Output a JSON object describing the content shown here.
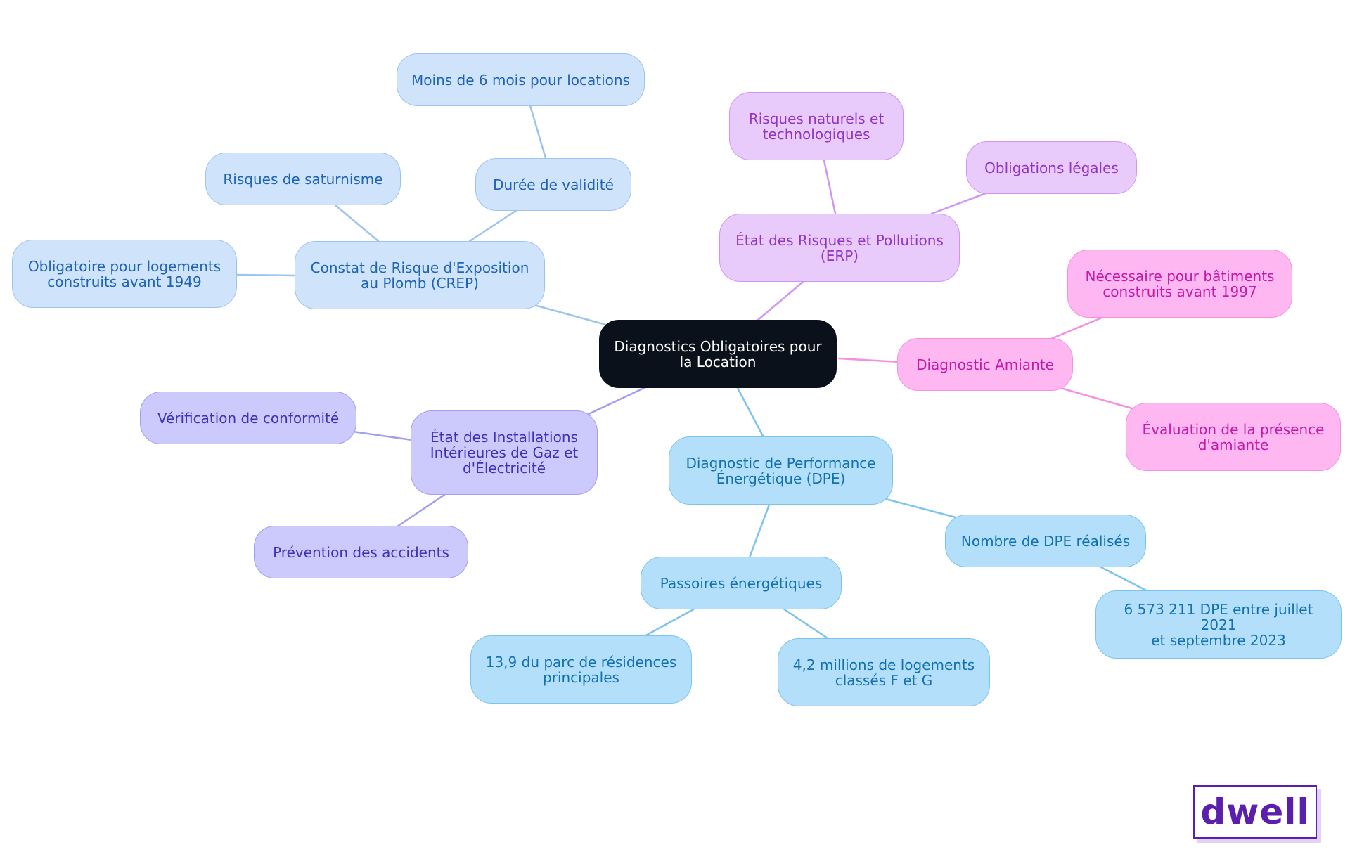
{
  "colors": {
    "crep": "#9cc4ee",
    "erp": "#cf95f0",
    "amiante": "#f58fe0",
    "dpe": "#7cc3ee",
    "gaz": "#a19ef0",
    "root": "#0b111b"
  },
  "nodes": {
    "root": "Diagnostics Obligatoires pour\nla Location",
    "crep": "Constat de Risque d'Exposition\nau Plomb (CREP)",
    "crep_obligatoire": "Obligatoire pour logements\nconstruits avant 1949",
    "crep_saturnisme": "Risques de saturnisme",
    "crep_duree": "Durée de validité",
    "crep_moins6": "Moins de 6 mois pour locations",
    "erp": "État des Risques et Pollutions\n(ERP)",
    "erp_risques": "Risques naturels et\ntechnologiques",
    "erp_obligations": "Obligations légales",
    "amiante": "Diagnostic Amiante",
    "amiante_necessaire": "Nécessaire pour bâtiments\nconstruits avant 1997",
    "amiante_evaluation": "Évaluation de la présence\nd'amiante",
    "dpe": "Diagnostic de Performance\nÉnergétique (DPE)",
    "dpe_nombre": "Nombre de DPE réalisés",
    "dpe_nombre_val": "6 573 211 DPE entre juillet 2021\net septembre 2023",
    "dpe_passoires": "Passoires énergétiques",
    "dpe_parc": "13,9 du parc de résidences\nprincipales",
    "dpe_millions": "4,2 millions de logements\nclassés F et G",
    "gaz": "État des Installations\nIntérieures de Gaz et\nd'Électricité",
    "gaz_verification": "Vérification de conformité",
    "gaz_prevention": "Prévention des accidents"
  },
  "logo": "dwell"
}
